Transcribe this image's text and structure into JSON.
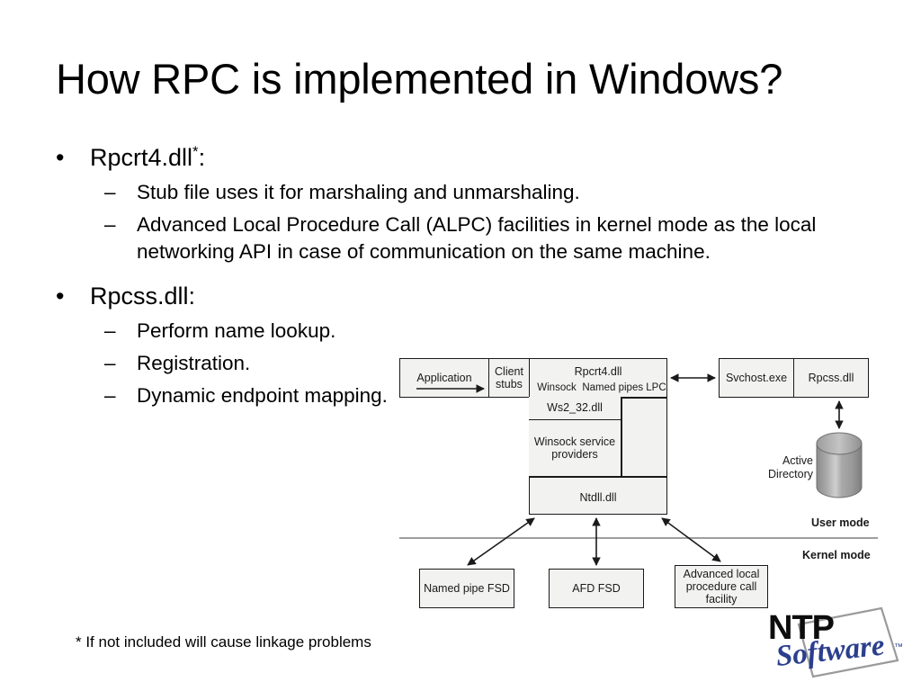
{
  "slide": {
    "title": "How RPC is implemented in Windows?",
    "footnote": "* If not included will cause linkage problems"
  },
  "bullets": [
    {
      "marker": "•",
      "text": "Rpcrt4.dll",
      "superscript": "*",
      "suffix": ":",
      "children": [
        {
          "marker": "–",
          "text": "Stub file uses it for marshaling and unmarshaling."
        },
        {
          "marker": "–",
          "text": "Advanced Local Procedure Call (ALPC) facilities in kernel mode as the local networking API in case of communication on the same machine."
        }
      ]
    },
    {
      "marker": "•",
      "text": "Rpcss.dll:",
      "children": [
        {
          "marker": "–",
          "text": "Perform name lookup."
        },
        {
          "marker": "–",
          "text": "Registration."
        },
        {
          "marker": "–",
          "text": "Dynamic endpoint mapping."
        }
      ]
    }
  ],
  "diagram": {
    "boxes": {
      "application": "Application",
      "client_stubs": "Client stubs",
      "rpcrt4": "Rpcrt4.dll",
      "winsock_label": "Winsock",
      "named_pipes_lpc": "Named pipes LPC",
      "ws2_32": "Ws2_32.dll",
      "winsock_service_providers": "Winsock service providers",
      "ntdll": "Ntdll.dll",
      "svchost": "Svchost.exe",
      "rpcss": "Rpcss.dll",
      "active_directory": "Active Directory",
      "named_pipe_fsd": "Named pipe FSD",
      "afd_fsd": "AFD FSD",
      "alpc_facility": "Advanced local procedure call facility"
    },
    "mode_labels": {
      "user": "User mode",
      "kernel": "Kernel mode"
    },
    "colors": {
      "box_fill": "#f2f2f0",
      "box_stroke": "#1a1a1a",
      "divider": "#9e9e9e",
      "cylinder_light": "#b5b5b5",
      "cylinder_dark": "#8e8e8e"
    }
  },
  "logo": {
    "primary": "NTP",
    "secondary": "Software",
    "trademark": "™",
    "accent_color": "#2b3f8c"
  }
}
